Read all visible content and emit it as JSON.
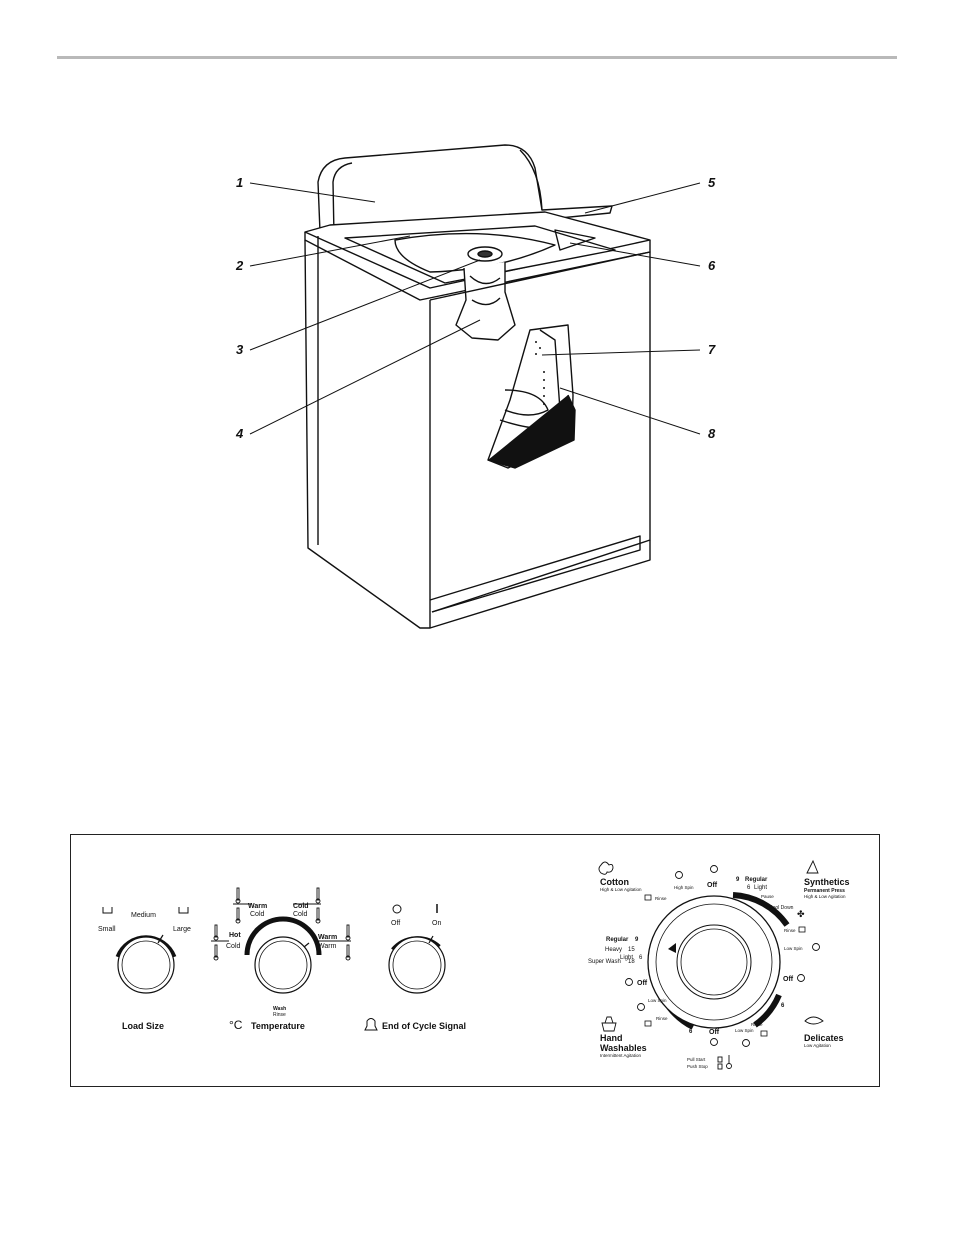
{
  "callouts": [
    "1",
    "2",
    "3",
    "4",
    "5",
    "6",
    "7",
    "8"
  ],
  "panel": {
    "load_size": {
      "title": "Load Size",
      "settings": [
        "Small",
        "Medium",
        "Large"
      ]
    },
    "temperature": {
      "title": "Temperature",
      "settings": [
        {
          "top": "Hot",
          "bottom": "Cold"
        },
        {
          "top": "Warm",
          "bottom": "Cold"
        },
        {
          "top": "Cold",
          "bottom": "Cold"
        },
        {
          "top": "Warm",
          "bottom": "Warm"
        }
      ],
      "legend_wash": "Wash",
      "legend_rinse": "Rinse"
    },
    "end_of_cycle": {
      "title": "End of Cycle Signal",
      "off": "Off",
      "on": "On"
    },
    "cycle_dial": {
      "cotton": {
        "title": "Cotton",
        "sub": "High & Low Agitation"
      },
      "synthetics": {
        "title": "Synthetics",
        "sub1": "Permanent Press",
        "sub2": "High & Low Agitation"
      },
      "hand_washables": {
        "title1": "Hand",
        "title2": "Washables",
        "sub": "Intermittent Agitation"
      },
      "delicates": {
        "title": "Delicates",
        "sub": "Low Agitation"
      },
      "cotton_times": {
        "light": "Light",
        "light_n": "6",
        "regular": "Regular",
        "regular_n": "9",
        "heavy": "Heavy",
        "heavy_n": "15",
        "super": "Super Wash",
        "super_n": "18"
      },
      "synthetics_times": {
        "regular_n": "9",
        "regular": "Regular",
        "light_n": "6",
        "light": "Light"
      },
      "off": "Off",
      "high_spin": "High Spin",
      "rinse": "Rinse",
      "low_spin": "Low Spin",
      "pause": "Pause",
      "cool_down": "Cool Down",
      "six": "6",
      "pull_start": "Pull Start",
      "push_stop": "Push Stop"
    }
  }
}
